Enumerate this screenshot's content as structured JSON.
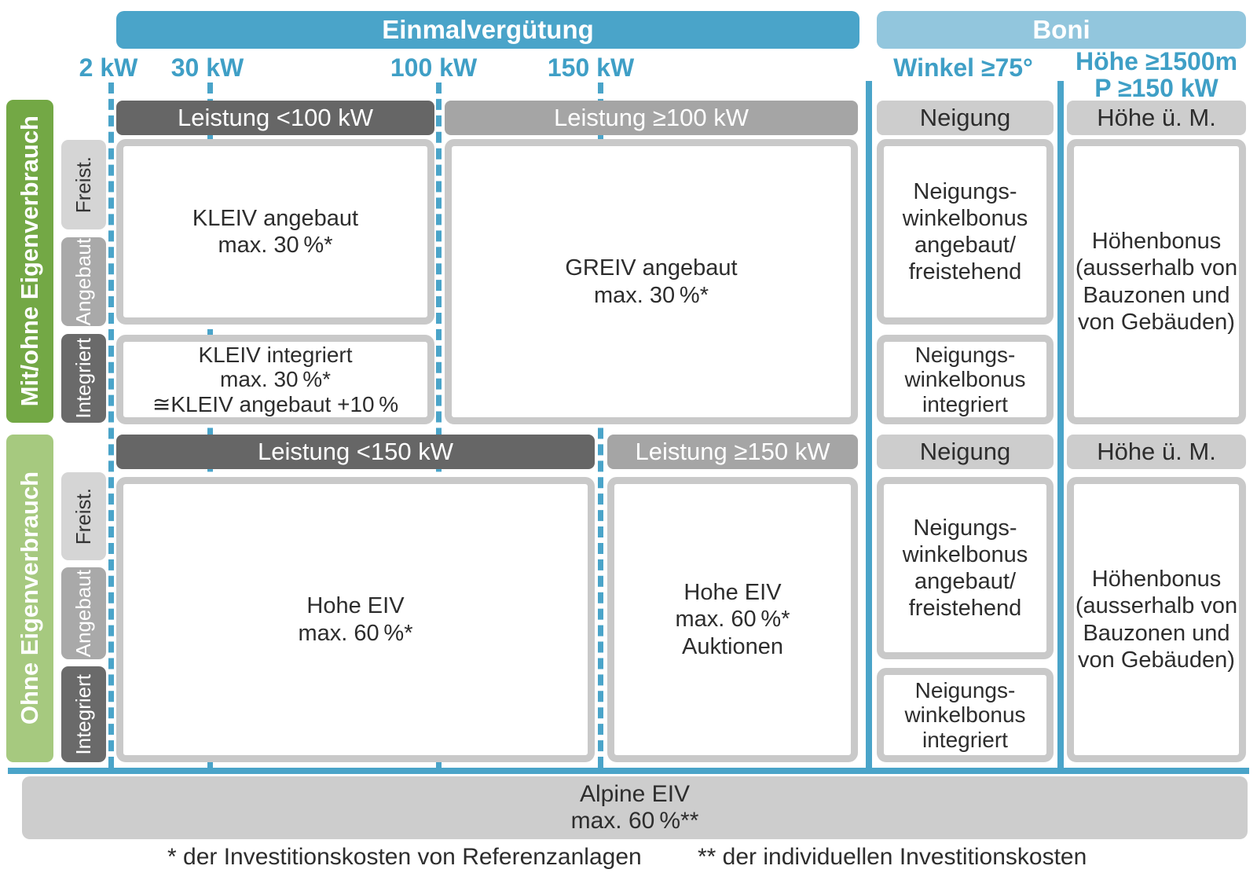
{
  "colors": {
    "accent_blue": "#4aa4c9",
    "light_blue": "#92c6dd",
    "label_blue": "#3f9fc6",
    "dark_gray": "#666666",
    "mid_gray": "#a5a5a5",
    "light_gray": "#cdcdcd",
    "dark_green": "#73a845",
    "light_green": "#a6c97f"
  },
  "headers": {
    "einmalverguetung": "Einmalvergütung",
    "boni": "Boni"
  },
  "scale": {
    "kw2": "2 kW",
    "kw30": "30 kW",
    "kw100": "100 kW",
    "kw150": "150 kW",
    "winkel": "Winkel ≥75°",
    "hoehe": "Höhe ≥1500m\nP ≥150 kW"
  },
  "rails": {
    "top": "Mit/ohne Eigenverbrauch",
    "bottom": "Ohne Eigenverbrauch",
    "sub": {
      "freist": "Freist.",
      "angebaut": "Angebaut",
      "integriert": "Integriert"
    }
  },
  "row1": {
    "header_lt100": "Leistung <100 kW",
    "header_ge100": "Leistung ≥100 kW",
    "header_neigung": "Neigung",
    "header_hoehe": "Höhe ü. M.",
    "kleiv_angebaut": "KLEIV angebaut\nmax. 30 %*",
    "kleiv_integriert": "KLEIV integriert\nmax. 30 %*\n≅KLEIV angebaut +10 %",
    "greiv": "GREIV angebaut\nmax. 30 %*",
    "neigungsbonus_af": "Neigungs-\nwinkelbonus\nangebaut/\nfreistehend",
    "neigungsbonus_int": "Neigungs-\nwinkelbonus\nintegriert",
    "hoehenbonus": "Höhenbonus\n(ausserhalb von\nBauzonen und\nvon Gebäuden)"
  },
  "row2": {
    "header_lt150": "Leistung <150 kW",
    "header_ge150": "Leistung ≥150 kW",
    "header_neigung": "Neigung",
    "header_hoehe": "Höhe ü. M.",
    "hohe_eiv": "Hohe EIV\nmax. 60 %*",
    "hohe_eiv_auktionen": "Hohe EIV\nmax. 60 %*\nAuktionen",
    "neigungsbonus_af": "Neigungs-\nwinkelbonus\nangebaut/\nfreistehend",
    "neigungsbonus_int": "Neigungs-\nwinkelbonus\nintegriert",
    "hoehenbonus": "Höhenbonus\n(ausserhalb von\nBauzonen und\nvon Gebäuden)"
  },
  "alpine": "Alpine EIV\nmax. 60 %**",
  "footnotes": {
    "one": "* der Investitionskosten von Referenzanlagen",
    "two": "** der individuellen Investitionskosten"
  }
}
